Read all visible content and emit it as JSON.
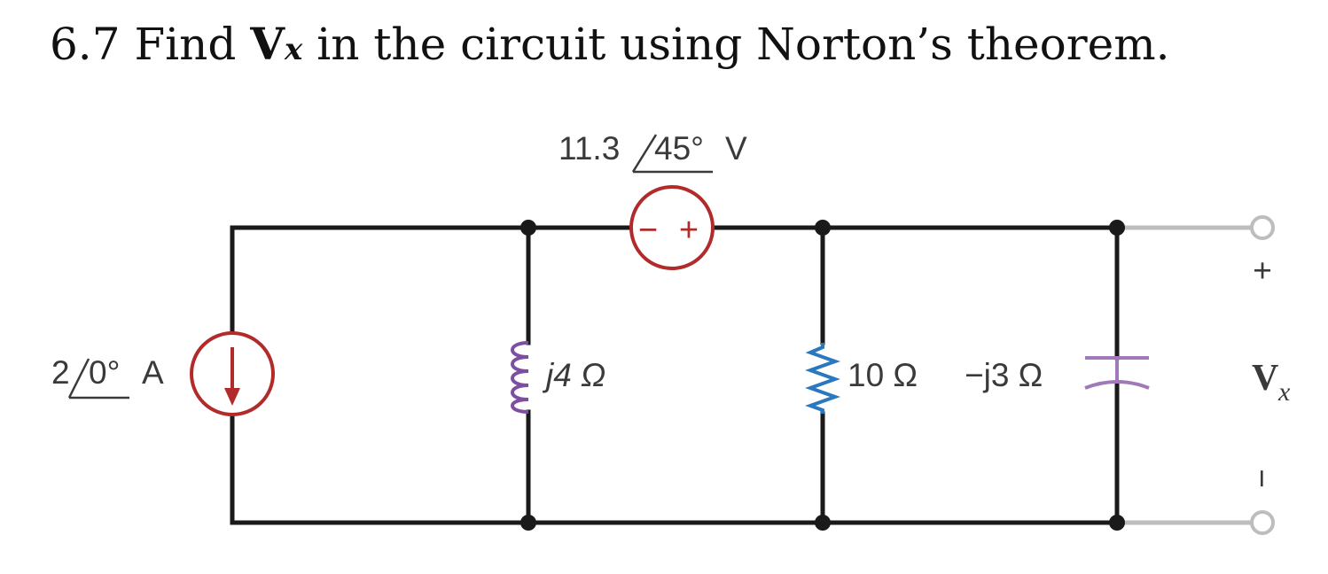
{
  "problem": {
    "number": "6.7",
    "text_before": "Find",
    "variable": "V",
    "variable_sub": "x",
    "text_after": "in the circuit using Norton’s theorem."
  },
  "circuit": {
    "current_source": {
      "magnitude": "2",
      "angle": "0°",
      "unit": "A"
    },
    "voltage_source": {
      "magnitude": "11.3",
      "angle": "45°",
      "unit": "V",
      "minus": "−",
      "plus": "+"
    },
    "inductor": {
      "label": "j4 Ω"
    },
    "resistor": {
      "label": "10 Ω"
    },
    "capacitor": {
      "label": "−j3 Ω"
    },
    "output": {
      "plus": "+",
      "minus": "−",
      "label": "V",
      "label_sub": "x"
    }
  },
  "colors": {
    "wire": "#1a1a1a",
    "terminal_lead": "#bdbdbd",
    "source": "#b22a2a",
    "inductor": "#7e4fa0",
    "resistor": "#2a78c0",
    "capacitor": "#a07ab8"
  }
}
